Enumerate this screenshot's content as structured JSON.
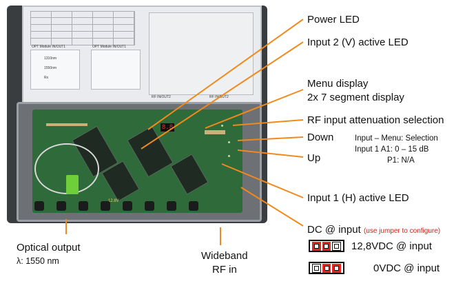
{
  "labels": {
    "power_led": "Power LED",
    "input2_led": "Input 2 (V) active LED",
    "menu_display_1": "Menu display",
    "menu_display_2": "2x 7 segment display",
    "rf_atten": "RF input attenuation selection",
    "down": "Down",
    "up": "Up",
    "input1_led": "Input 1 (H) active LED",
    "dc_input": "DC @ input",
    "dc_note": "(use jumper to configure)",
    "vdc_128": "12,8VDC @ input",
    "vdc_0": "0VDC @ input",
    "optical_output": "Optical output",
    "optical_lambda": "λ: 1550 nm",
    "wideband_1": "Wideband",
    "wideband_2": "RF in"
  },
  "menu_table": {
    "header": "Input – Menu:  Selection",
    "row1": "Input 1  A1: 0 – 15 dB",
    "row2": "P1: N/A"
  },
  "photo_label": {
    "opt_module_left": "OPT Module IN/OUT1",
    "opt_module_right": "OPT Module IN/OUT1",
    "rf_inout_left": "RF IN/OUT2",
    "rf_inout_right": "RF IN/OUT2",
    "wl1": "1310nm",
    "wl2": "1550nm",
    "rx": "Rx",
    "board_text": "12.8V",
    "seg_display": "8.8"
  },
  "colors": {
    "jumper_red": "#e8231d",
    "note_red": "#d0221c",
    "line_orange": "#f08a1c",
    "sc_green": "#6fcf3b"
  }
}
